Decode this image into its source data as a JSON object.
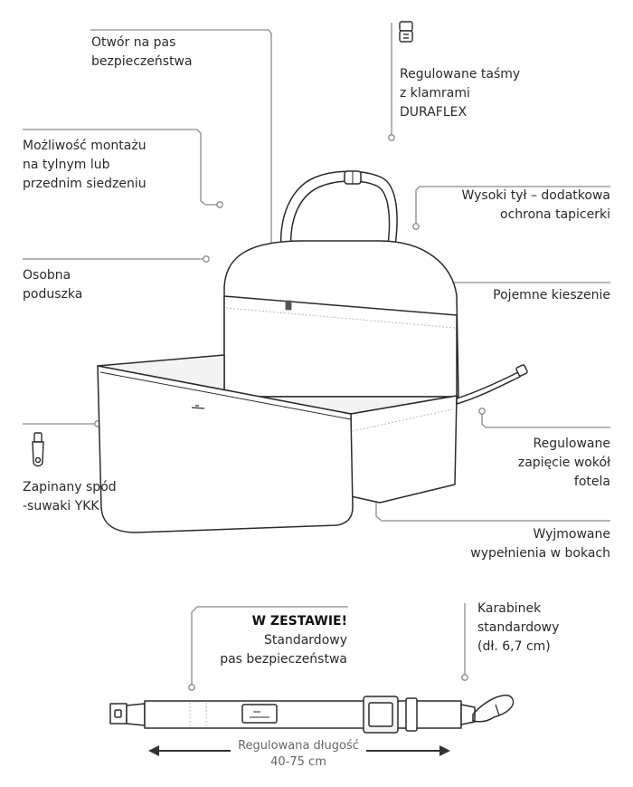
{
  "callouts": {
    "seatbelt_hole": {
      "lines": [
        "Otwór na pas",
        "bezpieczeństwa"
      ]
    },
    "straps": {
      "lines": [
        "Regulowane taśmy",
        "z klamrami",
        "DURAFLEX"
      ]
    },
    "mounting": {
      "lines": [
        "Możliwość montażu",
        "na tylnym lub",
        "przednim siedzeniu"
      ]
    },
    "high_back": {
      "lines": [
        "Wysoki tył – dodatkowa",
        "ochrona tapicerki"
      ]
    },
    "cushion": {
      "lines": [
        "Osobna",
        "poduszka"
      ]
    },
    "pockets": {
      "lines": [
        "Pojemne kieszenie"
      ]
    },
    "fastening": {
      "lines": [
        "Regulowane",
        "zapięcie wokół",
        "fotela"
      ]
    },
    "zipper": {
      "lines": [
        "Zapinany spód",
        "-suwaki YKK"
      ]
    },
    "fillings": {
      "lines": [
        "Wyjmowane",
        "wypełnienia w bokach"
      ]
    },
    "in_set": {
      "title": "W ZESTAWIE!",
      "lines": [
        "Standardowy",
        "pas bezpieczeństwa"
      ]
    },
    "carabiner": {
      "lines": [
        "Karabinek",
        "standardowy",
        "(dł. 6,7 cm)"
      ]
    }
  },
  "dimension": {
    "label": "Regulowana długość",
    "value": "40-75 cm"
  },
  "colors": {
    "line": "#8a8a8a",
    "stroke": "#2b2b2b",
    "text": "#2a2a2a",
    "muted": "#666666"
  },
  "icons": [
    "buckle-icon",
    "zipper-icon"
  ]
}
